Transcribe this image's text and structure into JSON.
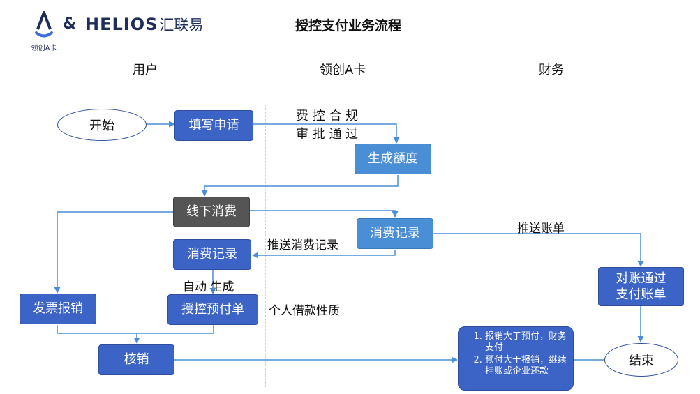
{
  "header": {
    "logo_caption": "领创A卡",
    "amp": "&",
    "helios": "HELIOS",
    "helios_cn": "汇联易",
    "title": "授控支付业务流程"
  },
  "columns": {
    "user": "用户",
    "card": "领创A卡",
    "finance": "财务"
  },
  "nodes": {
    "start": "开始",
    "fill_apply": "填写申请",
    "gen_quota": "生成额度",
    "offline_consume": "线下消费",
    "consume_record_card": "消费记录",
    "consume_record_user": "消费记录",
    "invoice": "发票报销",
    "prepay": "授控预付单",
    "writeoff": "核销",
    "reconcile": "对账通过支付账单",
    "end": "结束"
  },
  "labels": {
    "compliance_1": "费 控 合 规",
    "compliance_2": "审 批 通 过",
    "push_record": "推送消费记录",
    "push_bill": "推送账单",
    "auto_gen": "自动  生成",
    "personal_loan": "个人借款性质"
  },
  "note": {
    "item1": "报销大于预付，财务支付",
    "item2": "预付大于报销，继续挂账或企业还款"
  },
  "colors": {
    "node_blue": "#3b64c6",
    "node_light_blue": "#4a8fd6",
    "node_gray": "#555555",
    "line": "#4a8fd6",
    "logo_navy": "#1f2d5a",
    "logo_accent": "#3b6fd6"
  }
}
